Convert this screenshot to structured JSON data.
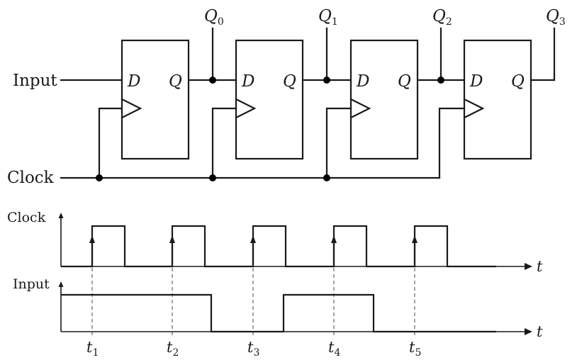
{
  "labels": {
    "input": "Input",
    "clock": "Clock",
    "d": "D",
    "q": "Q",
    "t": "t"
  },
  "outputs": [
    {
      "base": "Q",
      "sub": "0"
    },
    {
      "base": "Q",
      "sub": "1"
    },
    {
      "base": "Q",
      "sub": "2"
    },
    {
      "base": "Q",
      "sub": "3"
    }
  ],
  "timing": {
    "clock_label": "Clock",
    "input_label": "Input",
    "time_axis_label": "t",
    "markers": [
      {
        "base": "t",
        "sub": "1"
      },
      {
        "base": "t",
        "sub": "2"
      },
      {
        "base": "t",
        "sub": "3"
      },
      {
        "base": "t",
        "sub": "4"
      },
      {
        "base": "t",
        "sub": "5"
      }
    ],
    "clock_pulses": 5,
    "input_levels": [
      1,
      1,
      0,
      1,
      0
    ]
  }
}
